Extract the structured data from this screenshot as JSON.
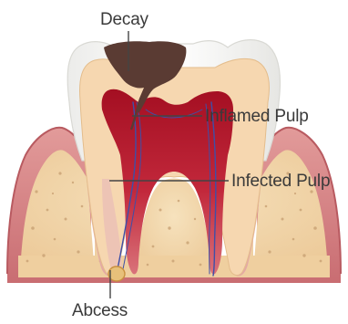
{
  "labels": {
    "decay": "Decay",
    "inflamed_pulp": "Inflamed Pulp",
    "infected_pulp": "Infected Pulp",
    "abcess": "Abcess"
  },
  "colors": {
    "gum": "#d98a8a",
    "gum_dark": "#c25d63",
    "bone": "#f1d6a8",
    "bone_spots": "#c9a274",
    "enamel": "#f7f7f2",
    "dentin": "#f6d7b0",
    "pulp_inflamed": "#b3162b",
    "pulp_infected": "#e7b4aa",
    "decay": "#5a3b33",
    "nerve": "#3e4fa8",
    "line": "#444444"
  }
}
